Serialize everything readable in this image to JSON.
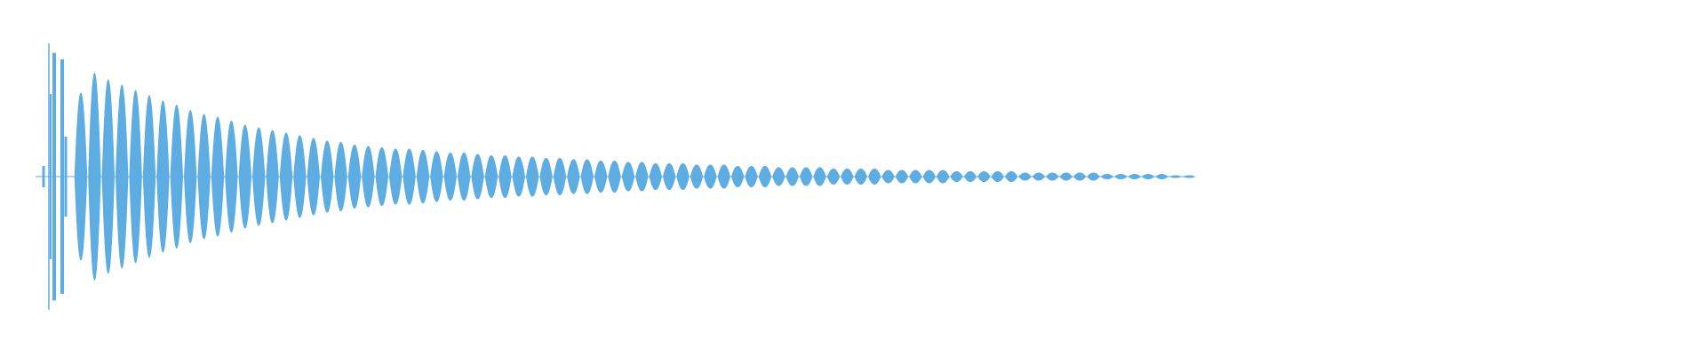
{
  "chart_data": {
    "type": "area",
    "description_of_marks": "",
    "color": "#5dade2",
    "background": "#ffffff",
    "axes_visible": false,
    "grid": false,
    "burst_peaks": [
      0.08,
      1.0,
      0.62,
      0.93,
      0.88,
      0.3
    ],
    "lobe_peaks": [
      0.63,
      0.78,
      0.73,
      0.69,
      0.65,
      0.61,
      0.57,
      0.54,
      0.5,
      0.47,
      0.45,
      0.42,
      0.39,
      0.37,
      0.35,
      0.33,
      0.31,
      0.29,
      0.27,
      0.26,
      0.24,
      0.23,
      0.22,
      0.21,
      0.21,
      0.2,
      0.19,
      0.18,
      0.18,
      0.17,
      0.16,
      0.16,
      0.15,
      0.15,
      0.14,
      0.14,
      0.13,
      0.13,
      0.12,
      0.12,
      0.11,
      0.11,
      0.1,
      0.1,
      0.1,
      0.09,
      0.09,
      0.09,
      0.08,
      0.08,
      0.08,
      0.07,
      0.07,
      0.07,
      0.07,
      0.06,
      0.06,
      0.06,
      0.06,
      0.05,
      0.05,
      0.05,
      0.05,
      0.05,
      0.04,
      0.04,
      0.04,
      0.04,
      0.04,
      0.03,
      0.03,
      0.03,
      0.03,
      0.03,
      0.03,
      0.02,
      0.02,
      0.02,
      0.02,
      0.02,
      0.01,
      0.01
    ]
  }
}
